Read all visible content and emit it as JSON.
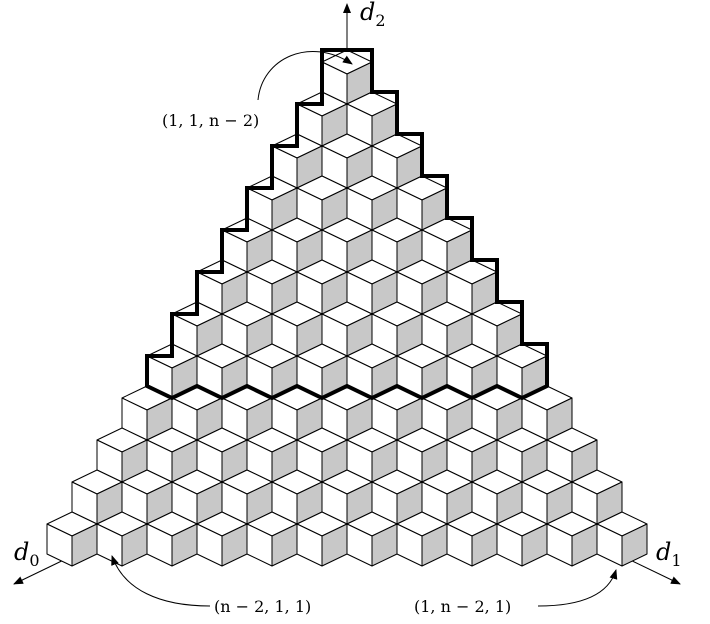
{
  "axes": {
    "d0": {
      "letter": "d",
      "sub": "0"
    },
    "d1": {
      "letter": "d",
      "sub": "1"
    },
    "d2": {
      "letter": "d",
      "sub": "2"
    }
  },
  "annotations": {
    "top": "(1, 1, n − 2)",
    "bottom_left": "(n − 2, 1, 1)",
    "bottom_right": "(1, n − 2, 1)"
  },
  "colors": {
    "shaded_face": "#c8c8c8",
    "light_face": "#ffffff",
    "stroke": "#000000"
  },
  "lattice": {
    "rows": 12,
    "highlighted_rows": 8
  }
}
